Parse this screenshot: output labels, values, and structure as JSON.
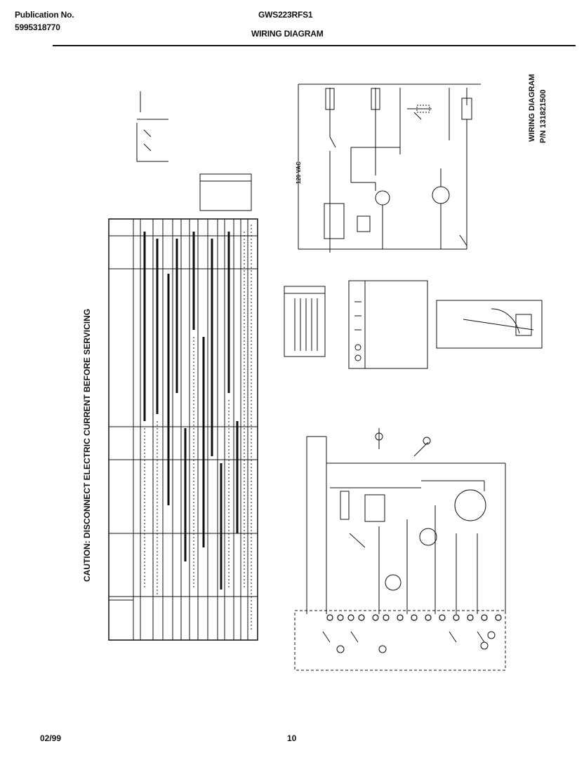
{
  "header": {
    "publication_label": "Publication No.",
    "publication_number": "5995318770",
    "model": "GWS223RFS1",
    "section_title": "WIRING DIAGRAM"
  },
  "side_title": {
    "line1": "WIRING DIAGRAM",
    "line2": "P/N 131821500"
  },
  "caution": "CAUTION: DISCONNECT ELECTRIC CURRENT BEFORE SERVICING",
  "schematic": {
    "supply_voltage": "120 VAC"
  },
  "footer": {
    "date": "02/99",
    "page": "10"
  }
}
